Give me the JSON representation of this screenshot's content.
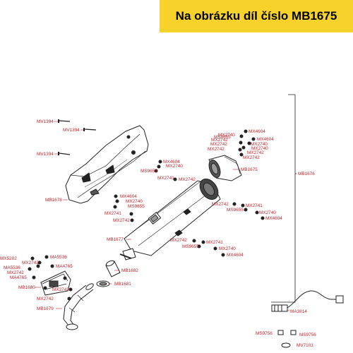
{
  "banner": {
    "text": "Na obrázku díl číslo MB1675",
    "bg_color": "#f6d22b"
  },
  "colors": {
    "label": "#c8232c",
    "line": "#222222"
  },
  "diagram": {
    "callouts": [
      "MV1394",
      "MV1394",
      "MV1394",
      "MB1678",
      "MX4604",
      "MX2740",
      "MS9655",
      "MX2741",
      "MX2742",
      "MX4604",
      "MX2740",
      "MS9655",
      "MX2741",
      "MX2742",
      "MX4604",
      "MS9655",
      "MX2740",
      "MX2742",
      "MX4604",
      "MX2740",
      "MX2742",
      "MX2742",
      "MX2742",
      "MX2740",
      "MX2742",
      "MB1675",
      "MB1676",
      "MX2742",
      "MX2741",
      "MS9655",
      "MX2740",
      "MX4604",
      "MB1677",
      "MX2742",
      "MX2741",
      "MS9655",
      "MX2740",
      "MX4604",
      "MX5202",
      "MA5536",
      "MX2742",
      "MA5536",
      "MA4765",
      "MX2742",
      "MA4765",
      "MB1682",
      "MB1681",
      "MB1680",
      "MX2742",
      "MX2742",
      "MB1679",
      "MA3814",
      "MS9756",
      "MS9756",
      "MV7103"
    ]
  }
}
